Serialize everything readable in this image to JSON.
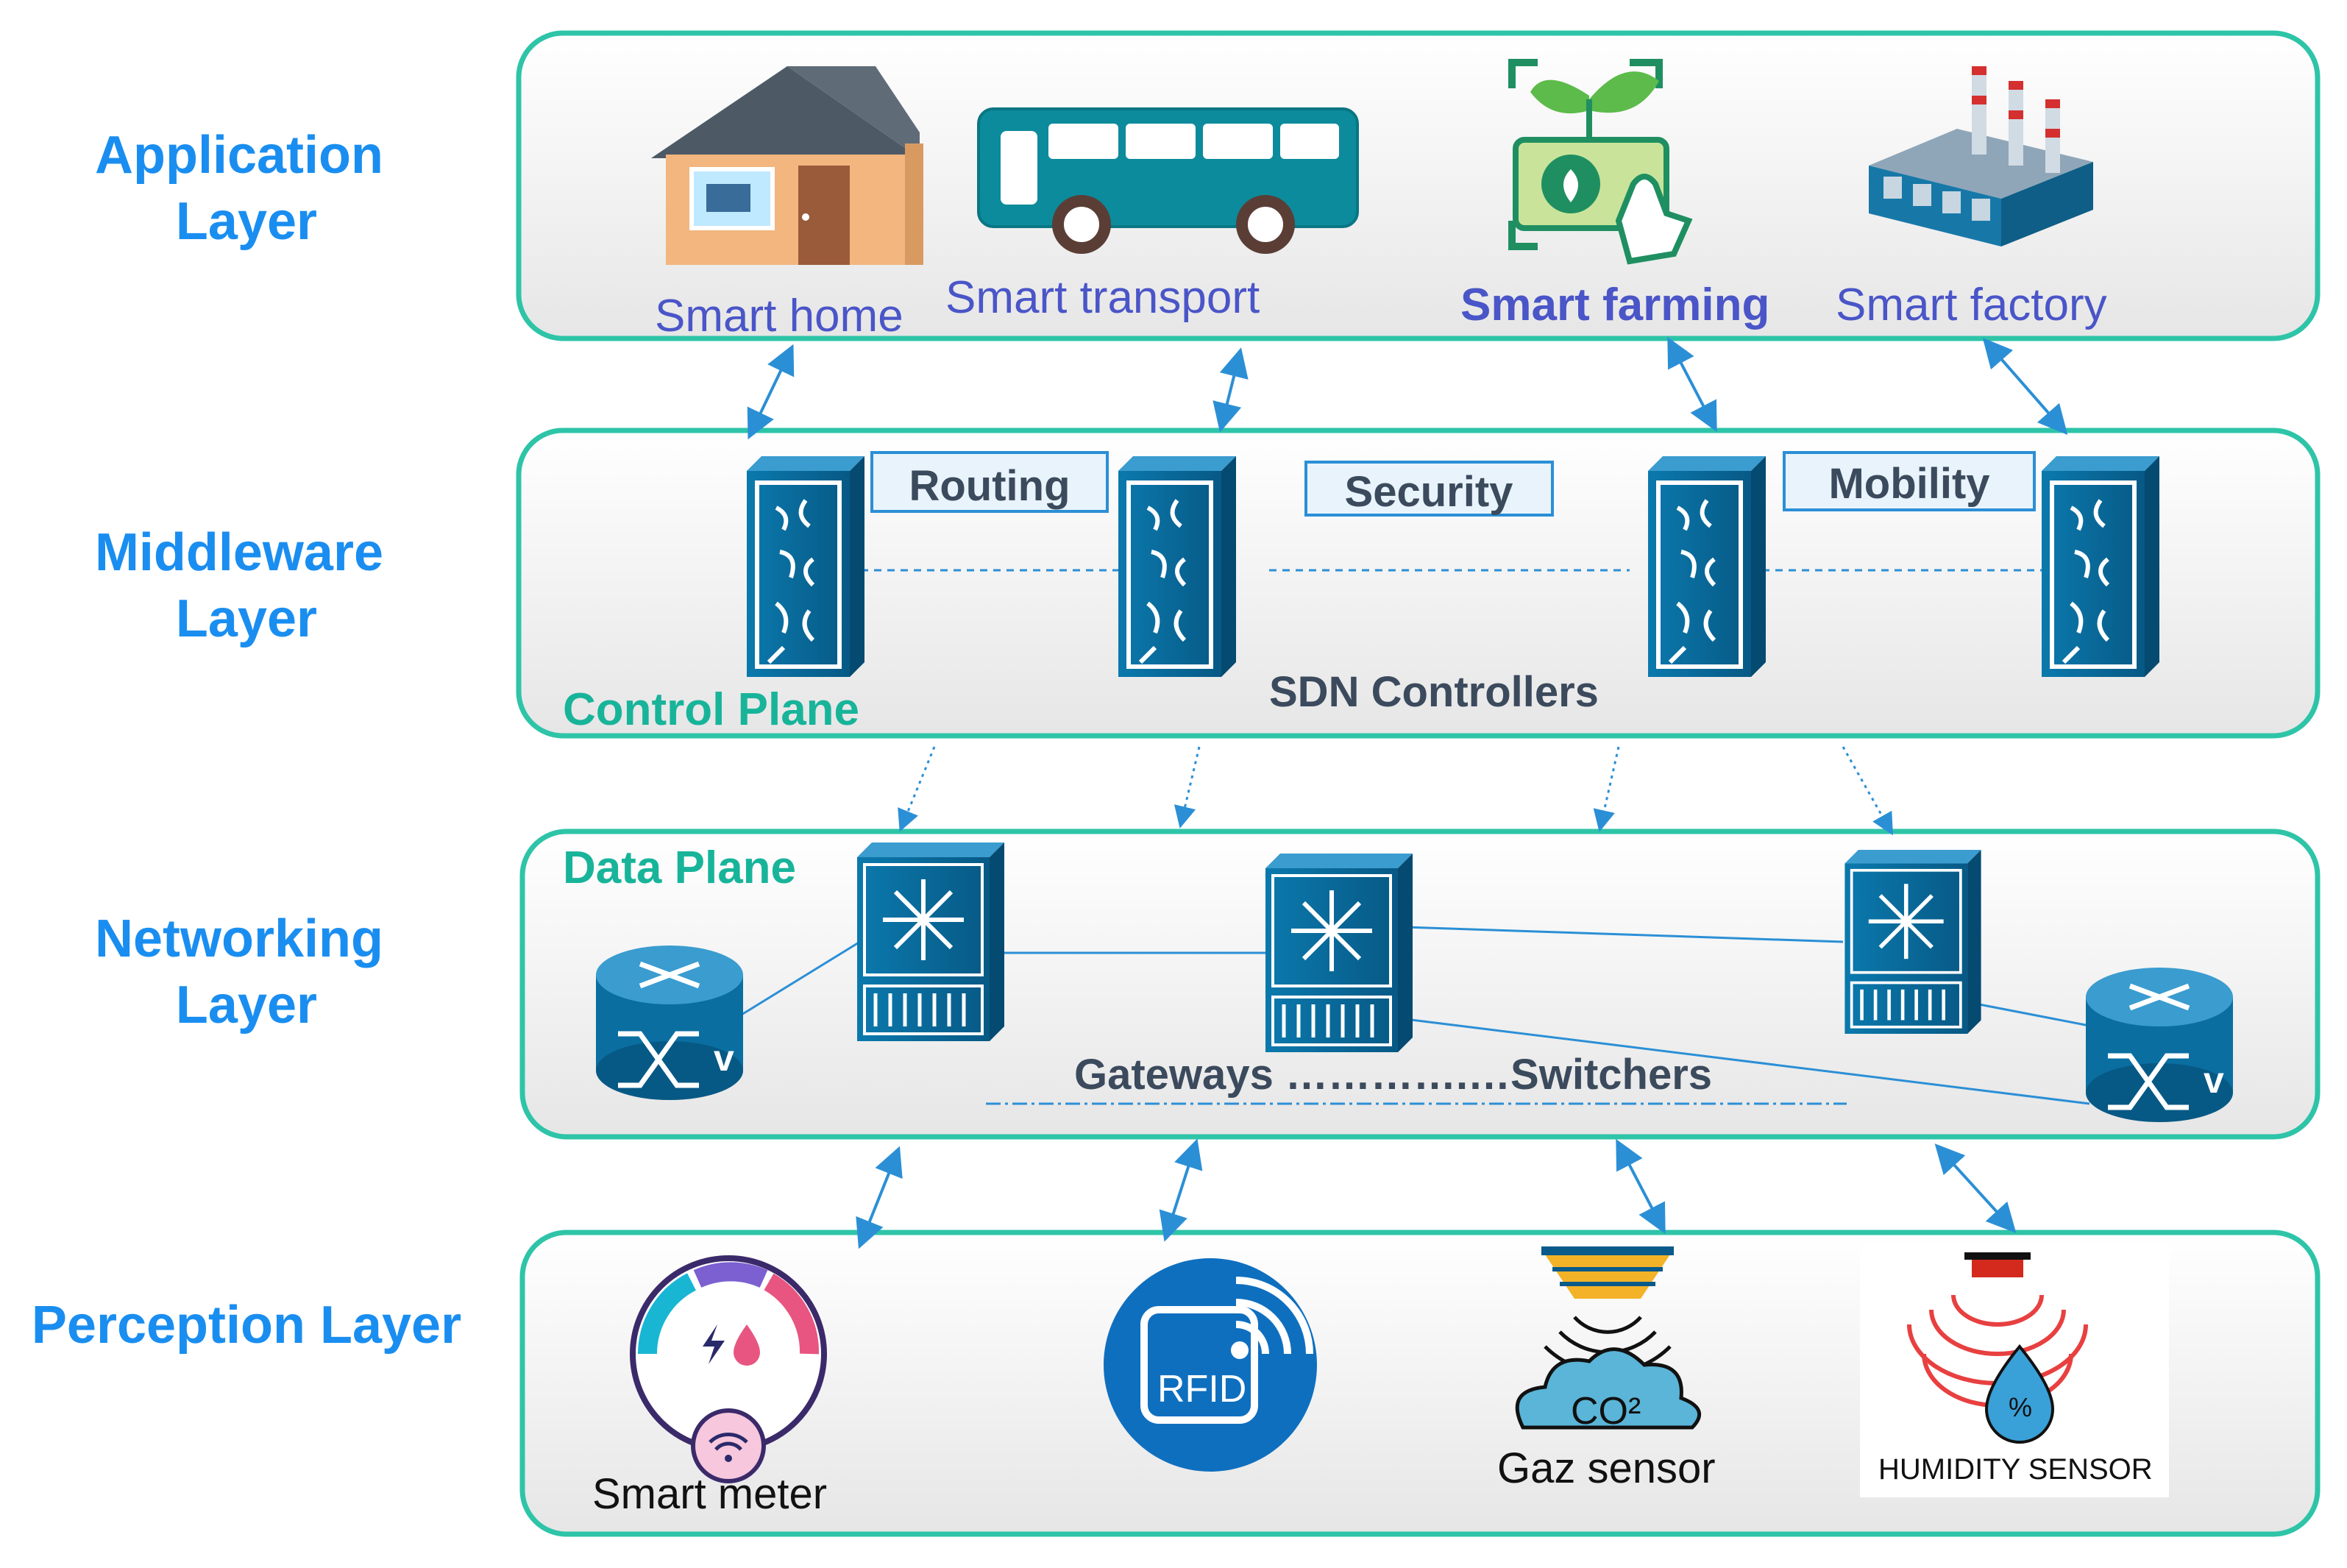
{
  "layers": {
    "application": {
      "line1": "Application",
      "line2": "Layer"
    },
    "middleware": {
      "line1": "Middleware",
      "line2": "Layer"
    },
    "networking": {
      "line1": "Networking",
      "line2": "Layer"
    },
    "perception": {
      "label": "Perception Layer"
    }
  },
  "application": {
    "items": [
      "Smart home",
      "Smart transport",
      "Smart farming",
      "Smart factory"
    ]
  },
  "middleware": {
    "functions": [
      "Routing",
      "Security",
      "Mobility"
    ],
    "control_plane": "Control Plane",
    "sdn_controllers": "SDN Controllers"
  },
  "networking": {
    "data_plane": "Data Plane",
    "gateways_switchers": "Gateways ………….…Switchers"
  },
  "perception": {
    "smart_meter": "Smart meter",
    "rfid": "RFID",
    "co2": "CO²",
    "gaz_sensor": "Gaz sensor",
    "humidity_percent": "%",
    "humidity_sensor": "HUMIDITY SENSOR"
  },
  "colors": {
    "layer_text": "#1a8ef0",
    "panel_border": "#2ec4a8",
    "device_blue": "#0a6ea0",
    "arrow_blue": "#2b8fd6"
  }
}
